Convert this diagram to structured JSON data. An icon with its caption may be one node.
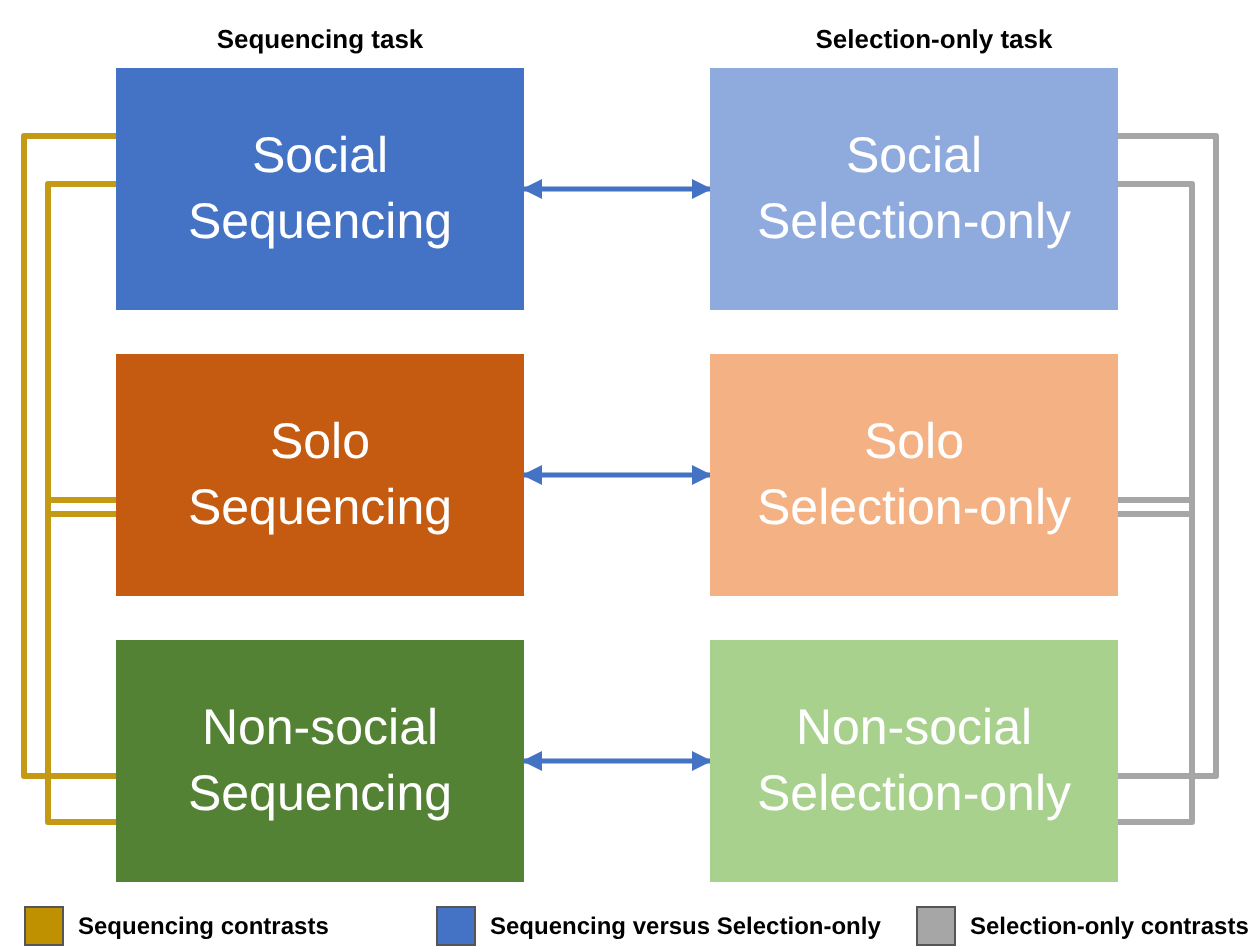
{
  "diagram": {
    "nodes": [
      {
        "text": [
          "Social Sequencing"
        ]
      },
      {
        "text": [
          "Social Selection-only"
        ]
      },
      {
        "text": [
          "Solo Sequencing"
        ]
      },
      {
        "text": [
          "Solo Selection-only"
        ]
      },
      {
        "text": [
          "Non-social Sequencing"
        ]
      },
      {
        "text": [
          "Non-social Selection-only"
        ]
      }
    ],
    "edges": [
      {
        "from": 0,
        "to": 1,
        "arrow": "both",
        "color": "#4472c4"
      },
      {
        "from": 2,
        "to": 3,
        "arrow": "both",
        "color": "#4472c4"
      },
      {
        "from": 4,
        "to": 5,
        "arrow": "both",
        "color": "#4472c4"
      },
      {
        "from": 0,
        "to": 4,
        "arrow": "none",
        "color": "#c49a14"
      },
      {
        "from": 0,
        "to": 2,
        "arrow": "none",
        "color": "#c49a14"
      },
      {
        "from": 2,
        "to": 4,
        "arrow": "none",
        "color": "#c49a14"
      },
      {
        "from": 1,
        "to": 5,
        "arrow": "none",
        "color": "#a6a6a6"
      },
      {
        "from": 1,
        "to": 3,
        "arrow": "none",
        "color": "#a6a6a6"
      },
      {
        "from": 3,
        "to": 5,
        "arrow": "none",
        "color": "#a6a6a6"
      }
    ],
    "labels": [
      "Sequencing task",
      "Selection-only task"
    ],
    "legend": [
      {
        "text": "Sequencing contrasts",
        "color": "#bf9000"
      },
      {
        "text": "Sequencing versus Selection-only",
        "color": "#4472c4"
      },
      {
        "text": "Selection-only contrasts",
        "color": "#a6a6a6"
      }
    ]
  }
}
